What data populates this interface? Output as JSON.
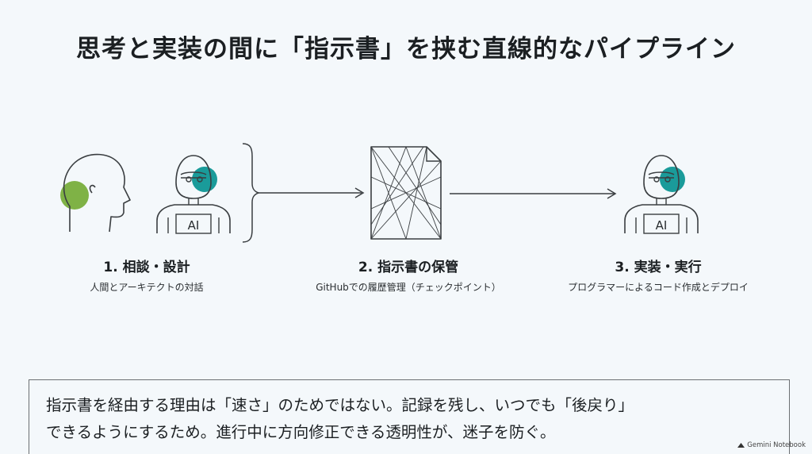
{
  "title": "思考と実装の間に「指示書」を挟む直線的なパイプライン",
  "steps": [
    {
      "title": "1. 相談・設計",
      "subtitle": "人間とアーキテクトの対話"
    },
    {
      "title": "2. 指示書の保管",
      "subtitle": "GitHubでの履歴管理（チェックポイント）"
    },
    {
      "title": "3. 実装・実行",
      "subtitle": "プログラマーによるコード作成とデプロイ"
    }
  ],
  "robot_label": "AI",
  "note_lines": [
    "指示書を経由する理由は「速さ」のためではない。記録を残し、いつでも「後戻り」",
    "できるようにするため。進行中に方向修正できる透明性が、迷子を防ぐ。"
  ],
  "badge": "Gemini Notebook",
  "colors": {
    "green": "#7fb246",
    "teal": "#1a9b9a",
    "line": "#3a3e41"
  }
}
